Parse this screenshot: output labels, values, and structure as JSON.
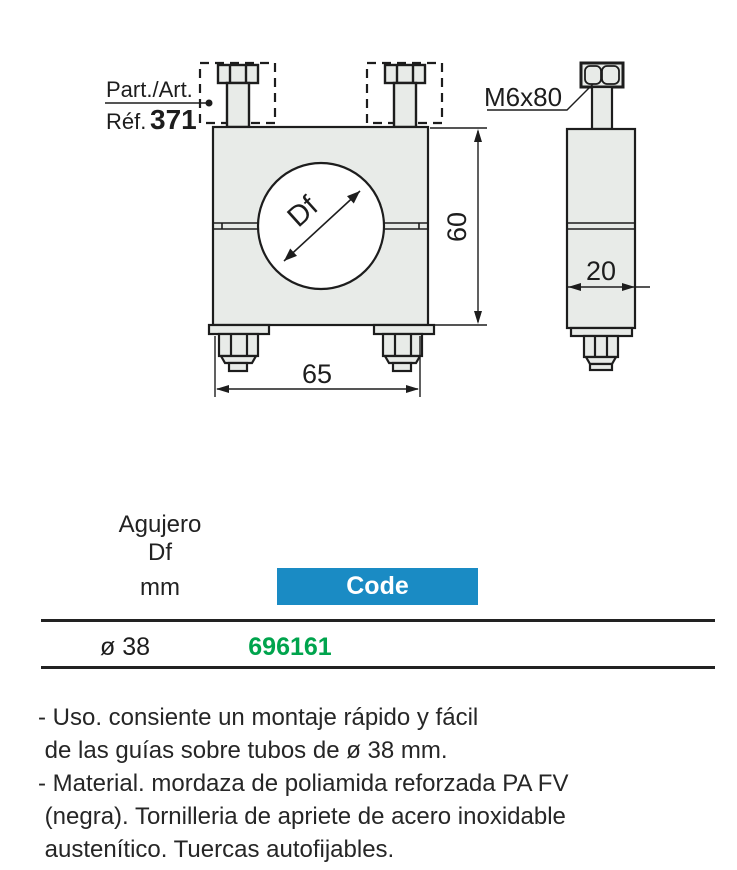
{
  "drawing": {
    "part_label": "Part./Art.",
    "ref_label": "Réf.",
    "ref_number": "371",
    "bolt_spec": "M6x80",
    "hole_diameter_label": "Df",
    "dim_height": "60",
    "dim_width": "65",
    "dim_depth": "20"
  },
  "table": {
    "col_hole": {
      "line1": "Agujero",
      "line2": "Df",
      "line3": "mm"
    },
    "code_header": "Code",
    "row": {
      "hole": "ø 38",
      "code": "696161"
    }
  },
  "notes": {
    "lines": [
      "- Uso. consiente un montaje rápido y fácil",
      " de las guías sobre tubos de ø 38 mm.",
      "- Material. mordaza de poliamida reforzada PA FV",
      " (negra). Tornilleria de apriete de acero inoxidable",
      " austenítico. Tuercas autofijables."
    ]
  },
  "colors": {
    "accent_blue": "#1a8bc4",
    "code_green": "#00a44d",
    "drawing_fill": "#e8ebe8",
    "line": "#1d1d1d"
  }
}
